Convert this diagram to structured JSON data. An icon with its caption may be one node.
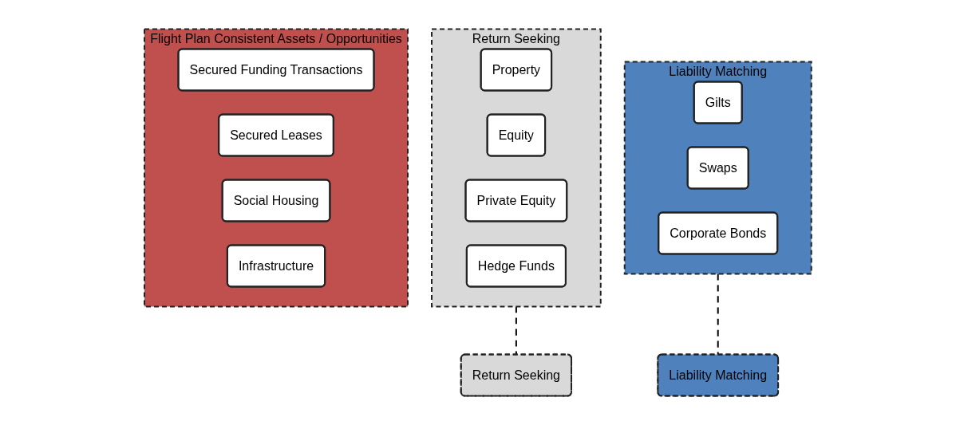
{
  "diagram": {
    "nodes": [
      {
        "text": [
          "Liability Matching"
        ]
      },
      {
        "text": [
          "Gilts"
        ],
        "in": 0
      },
      {
        "text": [
          "Swaps"
        ],
        "in": 0
      },
      {
        "text": [
          "Corporate Bonds"
        ],
        "in": 0
      },
      {
        "text": [
          "Return Seeking"
        ]
      },
      {
        "text": [
          "Property"
        ],
        "in": 4
      },
      {
        "text": [
          "Equity"
        ],
        "in": 4
      },
      {
        "text": [
          "Private Equity"
        ],
        "in": 4
      },
      {
        "text": [
          "Hedge Funds"
        ],
        "in": 4
      },
      {
        "text": [
          "Liability Matching"
        ]
      },
      {
        "text": [
          "Flight Plan Consistent Assets / Opportunities"
        ]
      },
      {
        "text": [
          "Secured Funding Transactions"
        ],
        "in": 10
      },
      {
        "text": [
          "Secured Leases"
        ],
        "in": 10
      },
      {
        "text": [
          "Social Housing"
        ],
        "in": 10
      },
      {
        "text": [
          "Infrastructure"
        ],
        "in": 10
      },
      {
        "text": [
          "Return Seeking"
        ]
      }
    ],
    "edges": [
      {
        "from": 0,
        "to": 9,
        "arrow": "none",
        "style": "dashed"
      },
      {
        "from": 4,
        "to": 15,
        "arrow": "none",
        "style": "dashed"
      }
    ]
  }
}
